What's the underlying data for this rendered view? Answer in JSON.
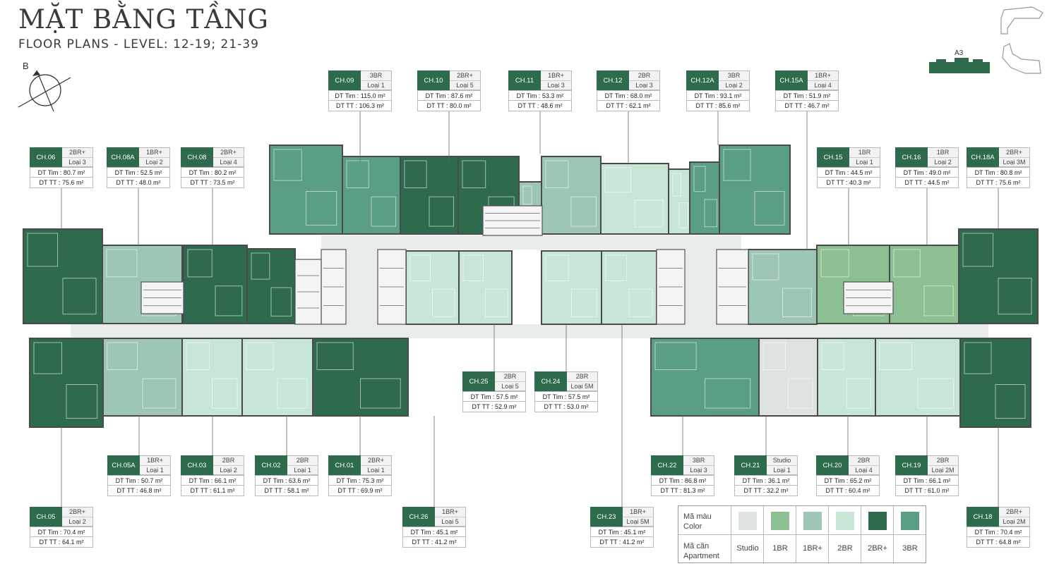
{
  "header": {
    "title": "MẶT BẰNG TẦNG",
    "subtitle": "FLOOR PLANS - LEVEL: 12-19; 21-39"
  },
  "compass": {
    "label": "B"
  },
  "keyplan": {
    "label": "A3"
  },
  "colors": {
    "studio": "#dfe3df",
    "br1": "#8cbf91",
    "br1plus": "#9ec6b5",
    "br2": "#c7e6d6",
    "br2plus": "#2e6b4d",
    "br3": "#5a9e83",
    "corridor": "#e9ede9",
    "walls": "#4a4a4a",
    "label_bg": "#2e6b4d"
  },
  "units": [
    {
      "code": "CH.09",
      "type": "3BR",
      "loai": "Loại 1",
      "dt_tim": "DT Tim : 115.0 m²",
      "dt_tt": "DT TT : 106.3 m²"
    },
    {
      "code": "CH.10",
      "type": "2BR+",
      "loai": "Loại 5",
      "dt_tim": "DT Tim : 87.6 m²",
      "dt_tt": "DT TT : 80.0 m²"
    },
    {
      "code": "CH.11",
      "type": "1BR+",
      "loai": "Loại 3",
      "dt_tim": "DT Tim : 53.3 m²",
      "dt_tt": "DT TT : 48.6 m²"
    },
    {
      "code": "CH.12",
      "type": "2BR",
      "loai": "Loại 3",
      "dt_tim": "DT Tim : 68.0 m²",
      "dt_tt": "DT TT : 62.1 m²"
    },
    {
      "code": "CH.12A",
      "type": "3BR",
      "loai": "Loại 2",
      "dt_tim": "DT Tim : 93.1 m²",
      "dt_tt": "DT TT : 85.6 m²"
    },
    {
      "code": "CH.15A",
      "type": "1BR+",
      "loai": "Loại 4",
      "dt_tim": "DT Tim : 51.9 m²",
      "dt_tt": "DT TT : 46.7 m²"
    },
    {
      "code": "CH.06",
      "type": "2BR+",
      "loai": "Loại 3",
      "dt_tim": "DT Tim : 80.7 m²",
      "dt_tt": "DT TT : 75.6 m²"
    },
    {
      "code": "CH.08A",
      "type": "1BR+",
      "loai": "Loại 2",
      "dt_tim": "DT Tim : 52.5 m²",
      "dt_tt": "DT TT : 48.0 m²"
    },
    {
      "code": "CH.08",
      "type": "2BR+",
      "loai": "Loại 4",
      "dt_tim": "DT Tim : 80.2 m²",
      "dt_tt": "DT TT : 73.5 m²"
    },
    {
      "code": "CH.15",
      "type": "1BR",
      "loai": "Loại 1",
      "dt_tim": "DT Tim : 44.5 m²",
      "dt_tt": "DT TT : 40.3 m²"
    },
    {
      "code": "CH.16",
      "type": "1BR",
      "loai": "Loại 2",
      "dt_tim": "DT Tim : 49.0 m²",
      "dt_tt": "DT TT : 44.5 m²"
    },
    {
      "code": "CH.18A",
      "type": "2BR+",
      "loai": "Loại 3M",
      "dt_tim": "DT Tim : 80.8 m²",
      "dt_tt": "DT TT : 75.6 m²"
    },
    {
      "code": "CH.25",
      "type": "2BR",
      "loai": "Loại 5",
      "dt_tim": "DT Tim : 57.5 m²",
      "dt_tt": "DT TT : 52.9 m²"
    },
    {
      "code": "CH.24",
      "type": "2BR",
      "loai": "Loại 5M",
      "dt_tim": "DT Tim : 57.5 m²",
      "dt_tt": "DT TT : 53.0 m²"
    },
    {
      "code": "CH.05A",
      "type": "1BR+",
      "loai": "Loại 1",
      "dt_tim": "DT Tim : 50.7 m²",
      "dt_tt": "DT TT : 46.8 m²"
    },
    {
      "code": "CH.03",
      "type": "2BR",
      "loai": "Loại 2",
      "dt_tim": "DT Tim : 66.1 m²",
      "dt_tt": "DT TT : 61.1 m²"
    },
    {
      "code": "CH.02",
      "type": "2BR",
      "loai": "Loại 1",
      "dt_tim": "DT Tim : 63.6 m²",
      "dt_tt": "DT TT : 58.1 m²"
    },
    {
      "code": "CH.01",
      "type": "2BR+",
      "loai": "Loại 1",
      "dt_tim": "DT Tim : 75.3 m²",
      "dt_tt": "DT TT : 69.9 m²"
    },
    {
      "code": "CH.22",
      "type": "3BR",
      "loai": "Loại 3",
      "dt_tim": "DT Tim : 86.8 m²",
      "dt_tt": "DT TT : 81.3 m²"
    },
    {
      "code": "CH.21",
      "type": "Studio",
      "loai": "Loại 1",
      "dt_tim": "DT Tim : 36.1 m²",
      "dt_tt": "DT TT : 32.2 m²"
    },
    {
      "code": "CH.20",
      "type": "2BR",
      "loai": "Loại 4",
      "dt_tim": "DT Tim : 65.2 m²",
      "dt_tt": "DT TT : 60.4 m²"
    },
    {
      "code": "CH.19",
      "type": "2BR",
      "loai": "Loại 2M",
      "dt_tim": "DT Tim : 66.1 m²",
      "dt_tt": "DT TT : 61.0 m²"
    },
    {
      "code": "CH.05",
      "type": "2BR+",
      "loai": "Loại 2",
      "dt_tim": "DT Tim : 70.4 m²",
      "dt_tt": "DT TT : 64.1 m²"
    },
    {
      "code": "CH.26",
      "type": "1BR+",
      "loai": "Loại 5",
      "dt_tim": "DT Tim : 45.1 m²",
      "dt_tt": "DT TT : 41.2 m²"
    },
    {
      "code": "CH.23",
      "type": "1BR+",
      "loai": "Loại 5M",
      "dt_tim": "DT Tim : 45.1 m²",
      "dt_tt": "DT TT : 41.2 m²"
    },
    {
      "code": "CH.18",
      "type": "2BR+",
      "loai": "Loại 2M",
      "dt_tim": "DT Tim : 70.4 m²",
      "dt_tt": "DT TT : 64.8 m²"
    }
  ],
  "legend": {
    "color_label": "Mã màu",
    "color_label_en": "Color",
    "apt_label": "Mã căn",
    "apt_label_en": "Apartment",
    "items": [
      {
        "name": "Studio",
        "color": "#dfe3df"
      },
      {
        "name": "1BR",
        "color": "#8cbf91"
      },
      {
        "name": "1BR+",
        "color": "#9ec6b5"
      },
      {
        "name": "2BR",
        "color": "#c7e6d6"
      },
      {
        "name": "2BR+",
        "color": "#2e6b4d"
      },
      {
        "name": "3BR",
        "color": "#5a9e83"
      }
    ]
  }
}
